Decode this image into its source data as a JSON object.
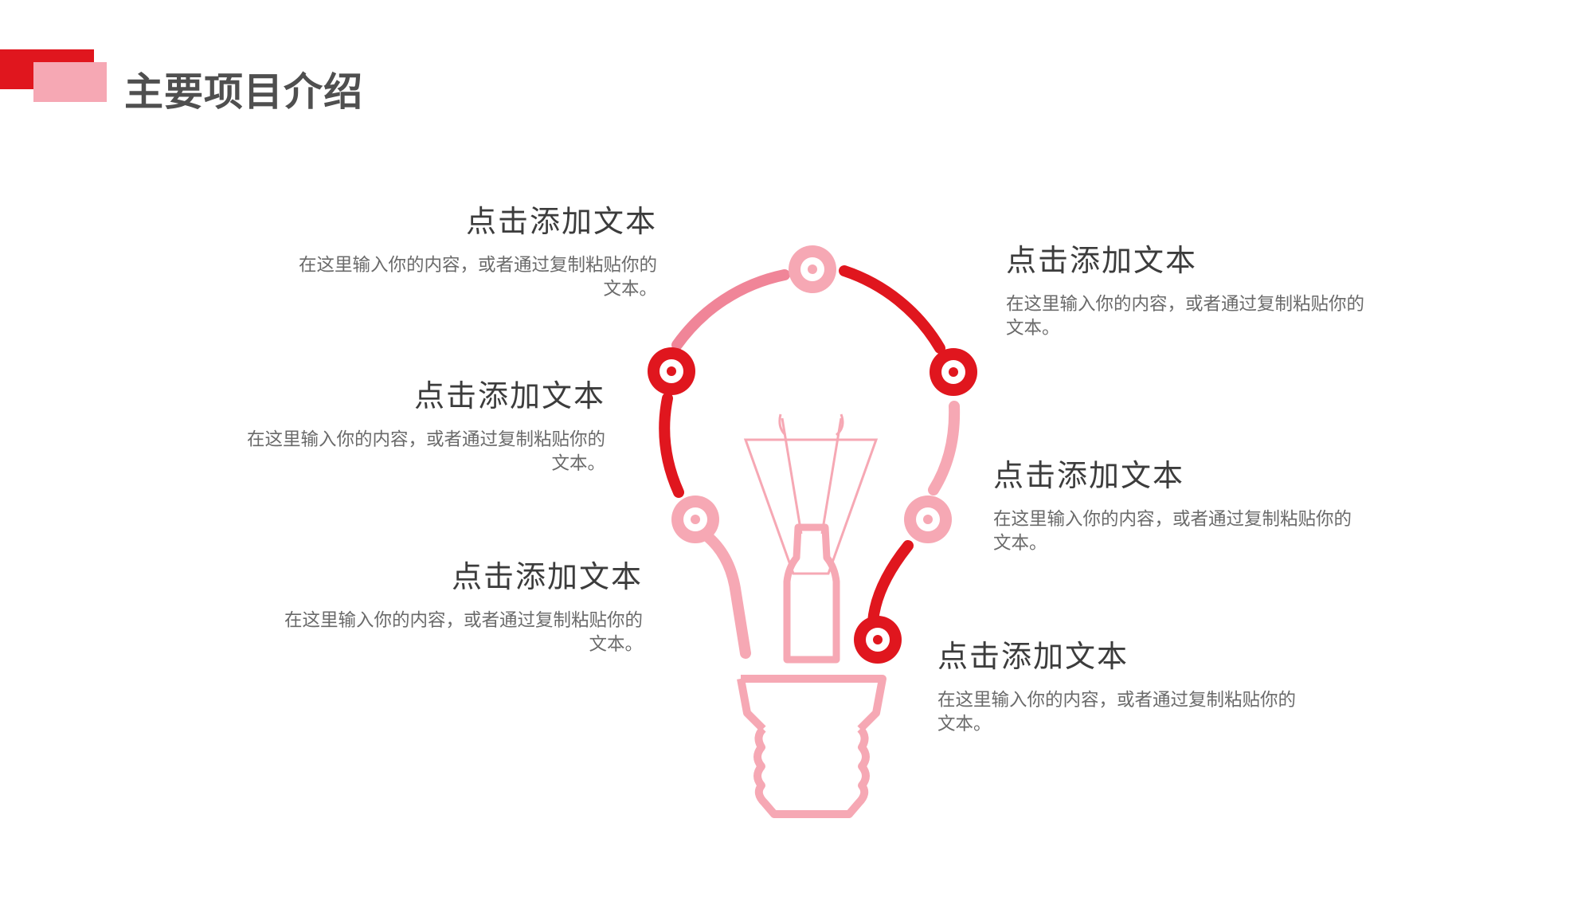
{
  "title": "主要项目介绍",
  "colors": {
    "accent_red": "#e0161e",
    "accent_pink": "#f6a8b4",
    "title_text": "#4f4f4f",
    "body_text": "#6a6a6a"
  },
  "items": [
    {
      "heading": "点击添加文本",
      "body": "在这里输入你的内容，或者通过复制粘贴你的文本。"
    },
    {
      "heading": "点击添加文本",
      "body": "在这里输入你的内容，或者通过复制粘贴你的文本。"
    },
    {
      "heading": "点击添加文本",
      "body": "在这里输入你的内容，或者通过复制粘贴你的文本。"
    },
    {
      "heading": "点击添加文本",
      "body": "在这里输入你的内容，或者通过复制粘贴你的文本。"
    },
    {
      "heading": "点击添加文本",
      "body": "在这里输入你的内容，或者通过复制粘贴你的文本。"
    },
    {
      "heading": "点击添加文本",
      "body": "在这里输入你的内容，或者通过复制粘贴你的文本。"
    }
  ],
  "illustration": "light-bulb-icon"
}
